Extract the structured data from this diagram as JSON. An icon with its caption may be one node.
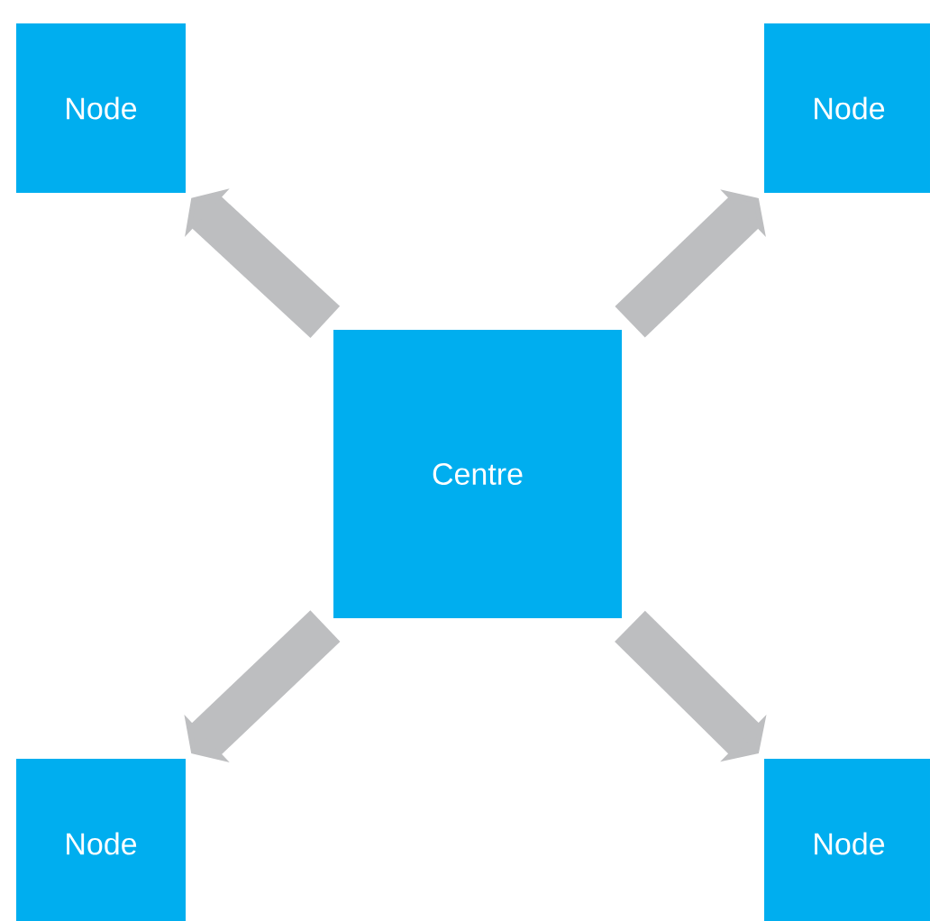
{
  "diagram": {
    "nodes": [
      {
        "text": [
          "Node"
        ]
      },
      {
        "text": [
          "Node"
        ]
      },
      {
        "text": [
          "Centre"
        ]
      },
      {
        "text": [
          "Node"
        ]
      },
      {
        "text": [
          "Node"
        ]
      }
    ],
    "edges": [
      {
        "from": 2,
        "to": 0,
        "arrow": "to"
      },
      {
        "from": 2,
        "to": 1,
        "arrow": "to"
      },
      {
        "from": 2,
        "to": 3,
        "arrow": "to"
      },
      {
        "from": 2,
        "to": 4,
        "arrow": "to"
      }
    ]
  }
}
